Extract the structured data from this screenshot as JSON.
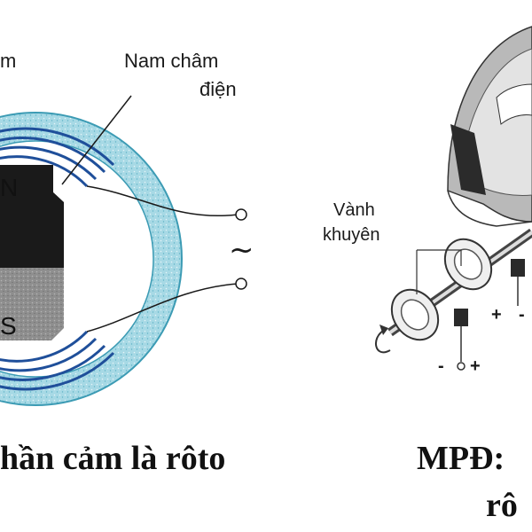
{
  "left_diagram": {
    "label_top_cut": "m",
    "label_magnet_line1": "Nam châm",
    "label_magnet_line2": "điện",
    "pole_north": "N",
    "pole_south": "S",
    "ac_symbol": "~",
    "caption": "hần cảm là rôto"
  },
  "right_diagram": {
    "label_ring_line1": "Vành",
    "label_ring_line2": "khuyên",
    "sign_plus_1": "+",
    "sign_minus_1": "-",
    "sign_minus_2": "-",
    "sign_plus_2": "+",
    "caption_line1": "MPĐ:",
    "caption_line2": "rô"
  },
  "colors": {
    "stator_ring": "#7ec8d8",
    "stator_speckle": "#c9e6ee",
    "winding": "#1f4f9a",
    "pole_dark": "#1a1a1a",
    "pole_grey": "#8a8a8a"
  }
}
